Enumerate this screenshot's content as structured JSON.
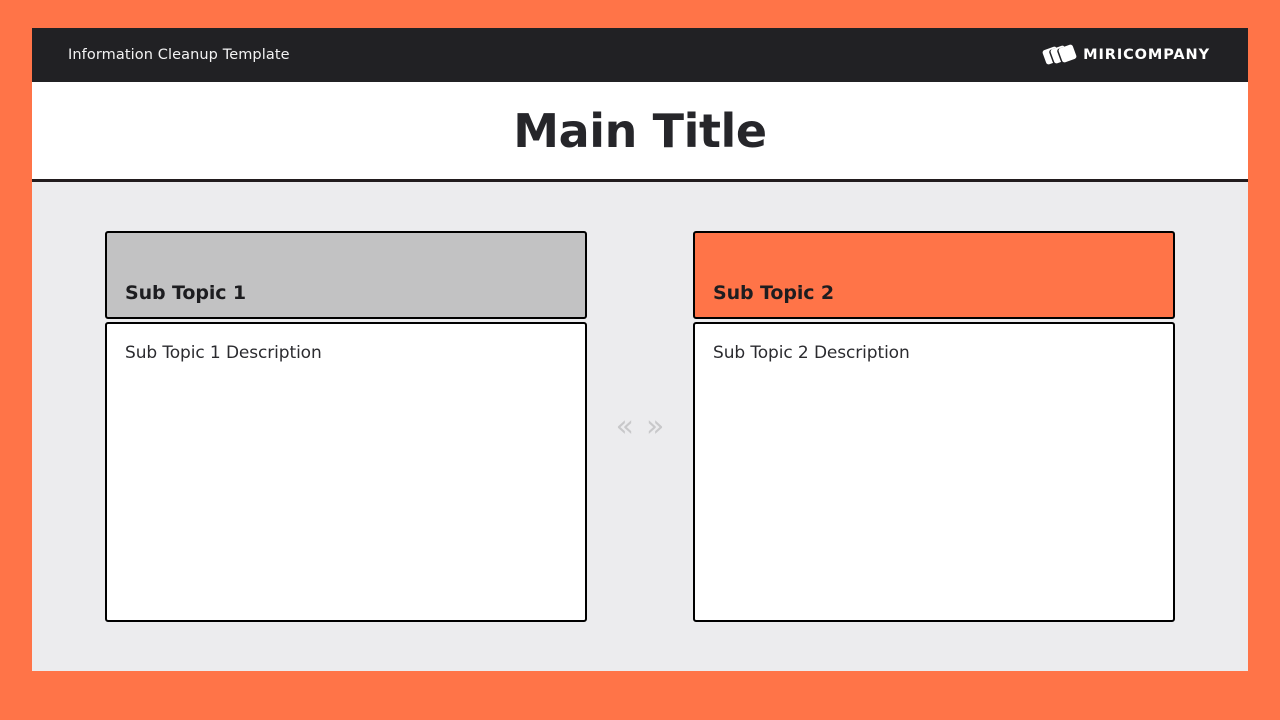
{
  "topbar": {
    "title": "Information Cleanup Template",
    "brand_name": "MIRICOMPANY",
    "brand_icon": "overlapping-squares-logo-icon",
    "background_color": "#212124",
    "text_color": "#F2F2F3"
  },
  "title_band": {
    "main_title": "Main Title",
    "background_color": "#FFFFFF",
    "text_color": "#26262A",
    "divider_color": "#221C1E"
  },
  "body": {
    "background_color": "#ECECEE",
    "connector": {
      "left_icon": "double-chevron-left-icon",
      "right_icon": "double-chevron-right-icon",
      "left_glyph": "«",
      "right_glyph": "»",
      "color": "#C8C8CA"
    },
    "columns": [
      {
        "header_label": "Sub Topic 1",
        "header_color": "#C2C2C3",
        "body_text": "Sub Topic 1 Description",
        "body_color": "#FFFFFF",
        "border_color": "#000000"
      },
      {
        "header_label": "Sub Topic 2",
        "header_color": "#FF7448",
        "body_text": "Sub Topic 2 Description",
        "body_color": "#FFFFFF",
        "border_color": "#000000"
      }
    ]
  },
  "canvas": {
    "frame_color": "#FF7448"
  }
}
